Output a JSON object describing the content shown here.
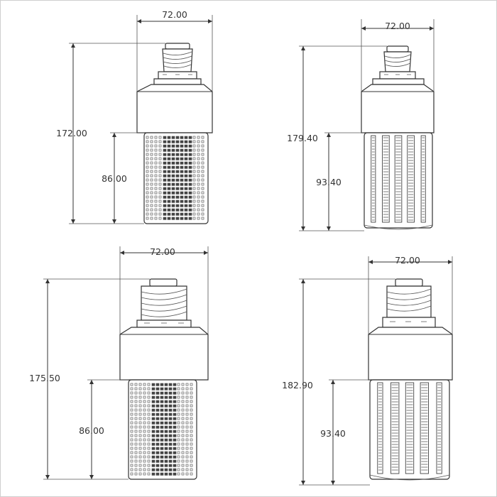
{
  "drawings": [
    {
      "id": "top-left",
      "base": "E27",
      "array": "dots",
      "width_label": "72.00",
      "total_height_label": "172.00",
      "light_height_label": "86.00"
    },
    {
      "id": "top-right",
      "base": "E27",
      "array": "strips",
      "width_label": "72.00",
      "total_height_label": "179.40",
      "light_height_label": "93.40"
    },
    {
      "id": "bottom-left",
      "base": "E40",
      "array": "dots",
      "width_label": "72.00",
      "total_height_label": "175.50",
      "light_height_label": "86.00"
    },
    {
      "id": "bottom-right",
      "base": "E40",
      "array": "strips",
      "width_label": "72.00",
      "total_height_label": "182.90",
      "light_height_label": "93.40"
    }
  ],
  "colors": {
    "line": "#333333",
    "text": "#333333",
    "led": "#444444",
    "border": "#cfcfcf"
  }
}
